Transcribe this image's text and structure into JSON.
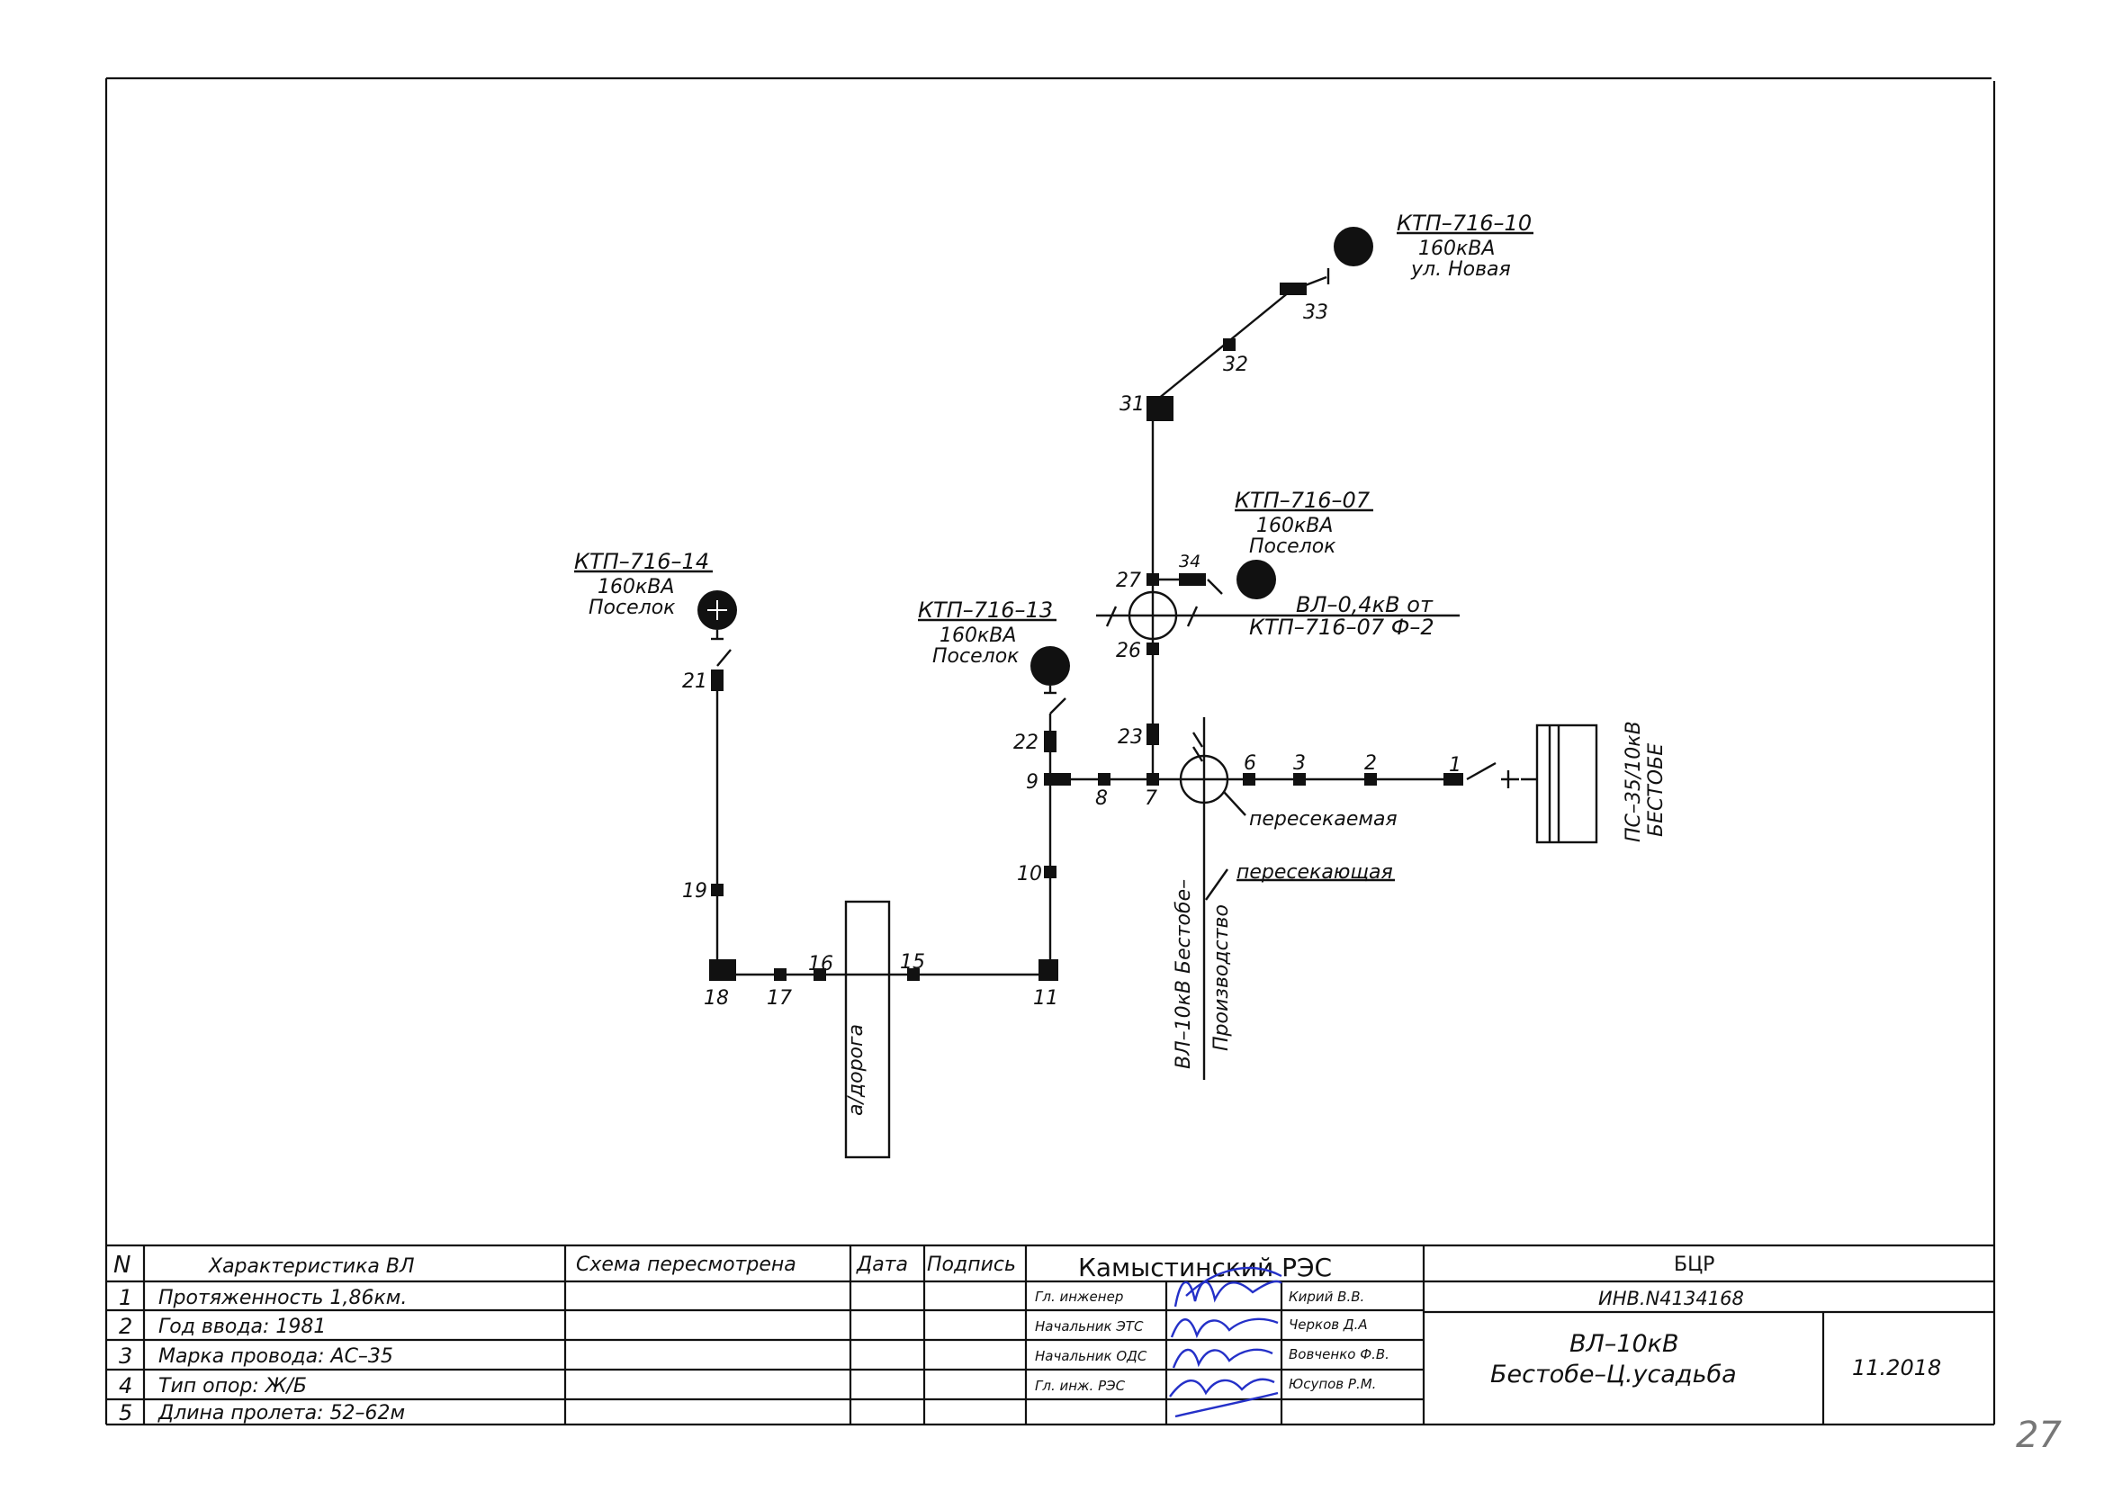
{
  "ktp": [
    {
      "id": "КТП–716–10",
      "power": "160кВА",
      "place": "ул. Новая"
    },
    {
      "id": "КТП–716–07",
      "power": "160кВА",
      "place": "Поселок"
    },
    {
      "id": "КТП–716–14",
      "power": "160кВА",
      "place": "Поселок"
    },
    {
      "id": "КТП–716–13",
      "power": "160кВА",
      "place": "Поселок"
    }
  ],
  "poles": [
    "1",
    "2",
    "3",
    "6",
    "7",
    "8",
    "9",
    "10",
    "11",
    "15",
    "16",
    "17",
    "18",
    "19",
    "21",
    "22",
    "23",
    "26",
    "27",
    "31",
    "32",
    "33",
    "34"
  ],
  "labels": {
    "vl04_line1": "ВЛ–0,4кВ от",
    "vl04_line2": "КТП–716–07 Ф–2",
    "crossed": "пересекаемая",
    "crossing": "пересекающая",
    "vl10_line1": "ВЛ–10кВ Бестобе–",
    "vl10_line2": "Производство",
    "road": "а/дорога",
    "substation_line1": "ПС–35/10кВ",
    "substation_line2": "БЕСТОБЕ"
  },
  "table": {
    "header": {
      "n": "N",
      "char": "Характеристика ВЛ",
      "review": "Схема пересмотрена",
      "date": "Дата",
      "sign": "Подпись",
      "org": "Камыстинский РЭС",
      "dept": "БЦР"
    },
    "rows": [
      {
        "n": "1",
        "text": "Протяженность 1,86км."
      },
      {
        "n": "2",
        "text": "Год ввода: 1981"
      },
      {
        "n": "3",
        "text": "Марка провода: АС–35"
      },
      {
        "n": "4",
        "text": "Тип опор: Ж/Б"
      },
      {
        "n": "5",
        "text": "Длина пролета: 52–62м"
      }
    ],
    "staff": [
      {
        "role": "Гл. инженер",
        "name": "Кирий В.В."
      },
      {
        "role": "Начальник ЭТС",
        "name": "Черков Д.А"
      },
      {
        "role": "Начальник ОДС",
        "name": "Вовченко Ф.В."
      },
      {
        "role": "Гл. инж. РЭС",
        "name": "Юсупов Р.М."
      }
    ],
    "inv": "ИНВ.N4134168",
    "line_title_1": "ВЛ–10кВ",
    "line_title_2": "Бестобе–Ц.усадьба",
    "date_value": "11.2018"
  },
  "page_number": "27"
}
